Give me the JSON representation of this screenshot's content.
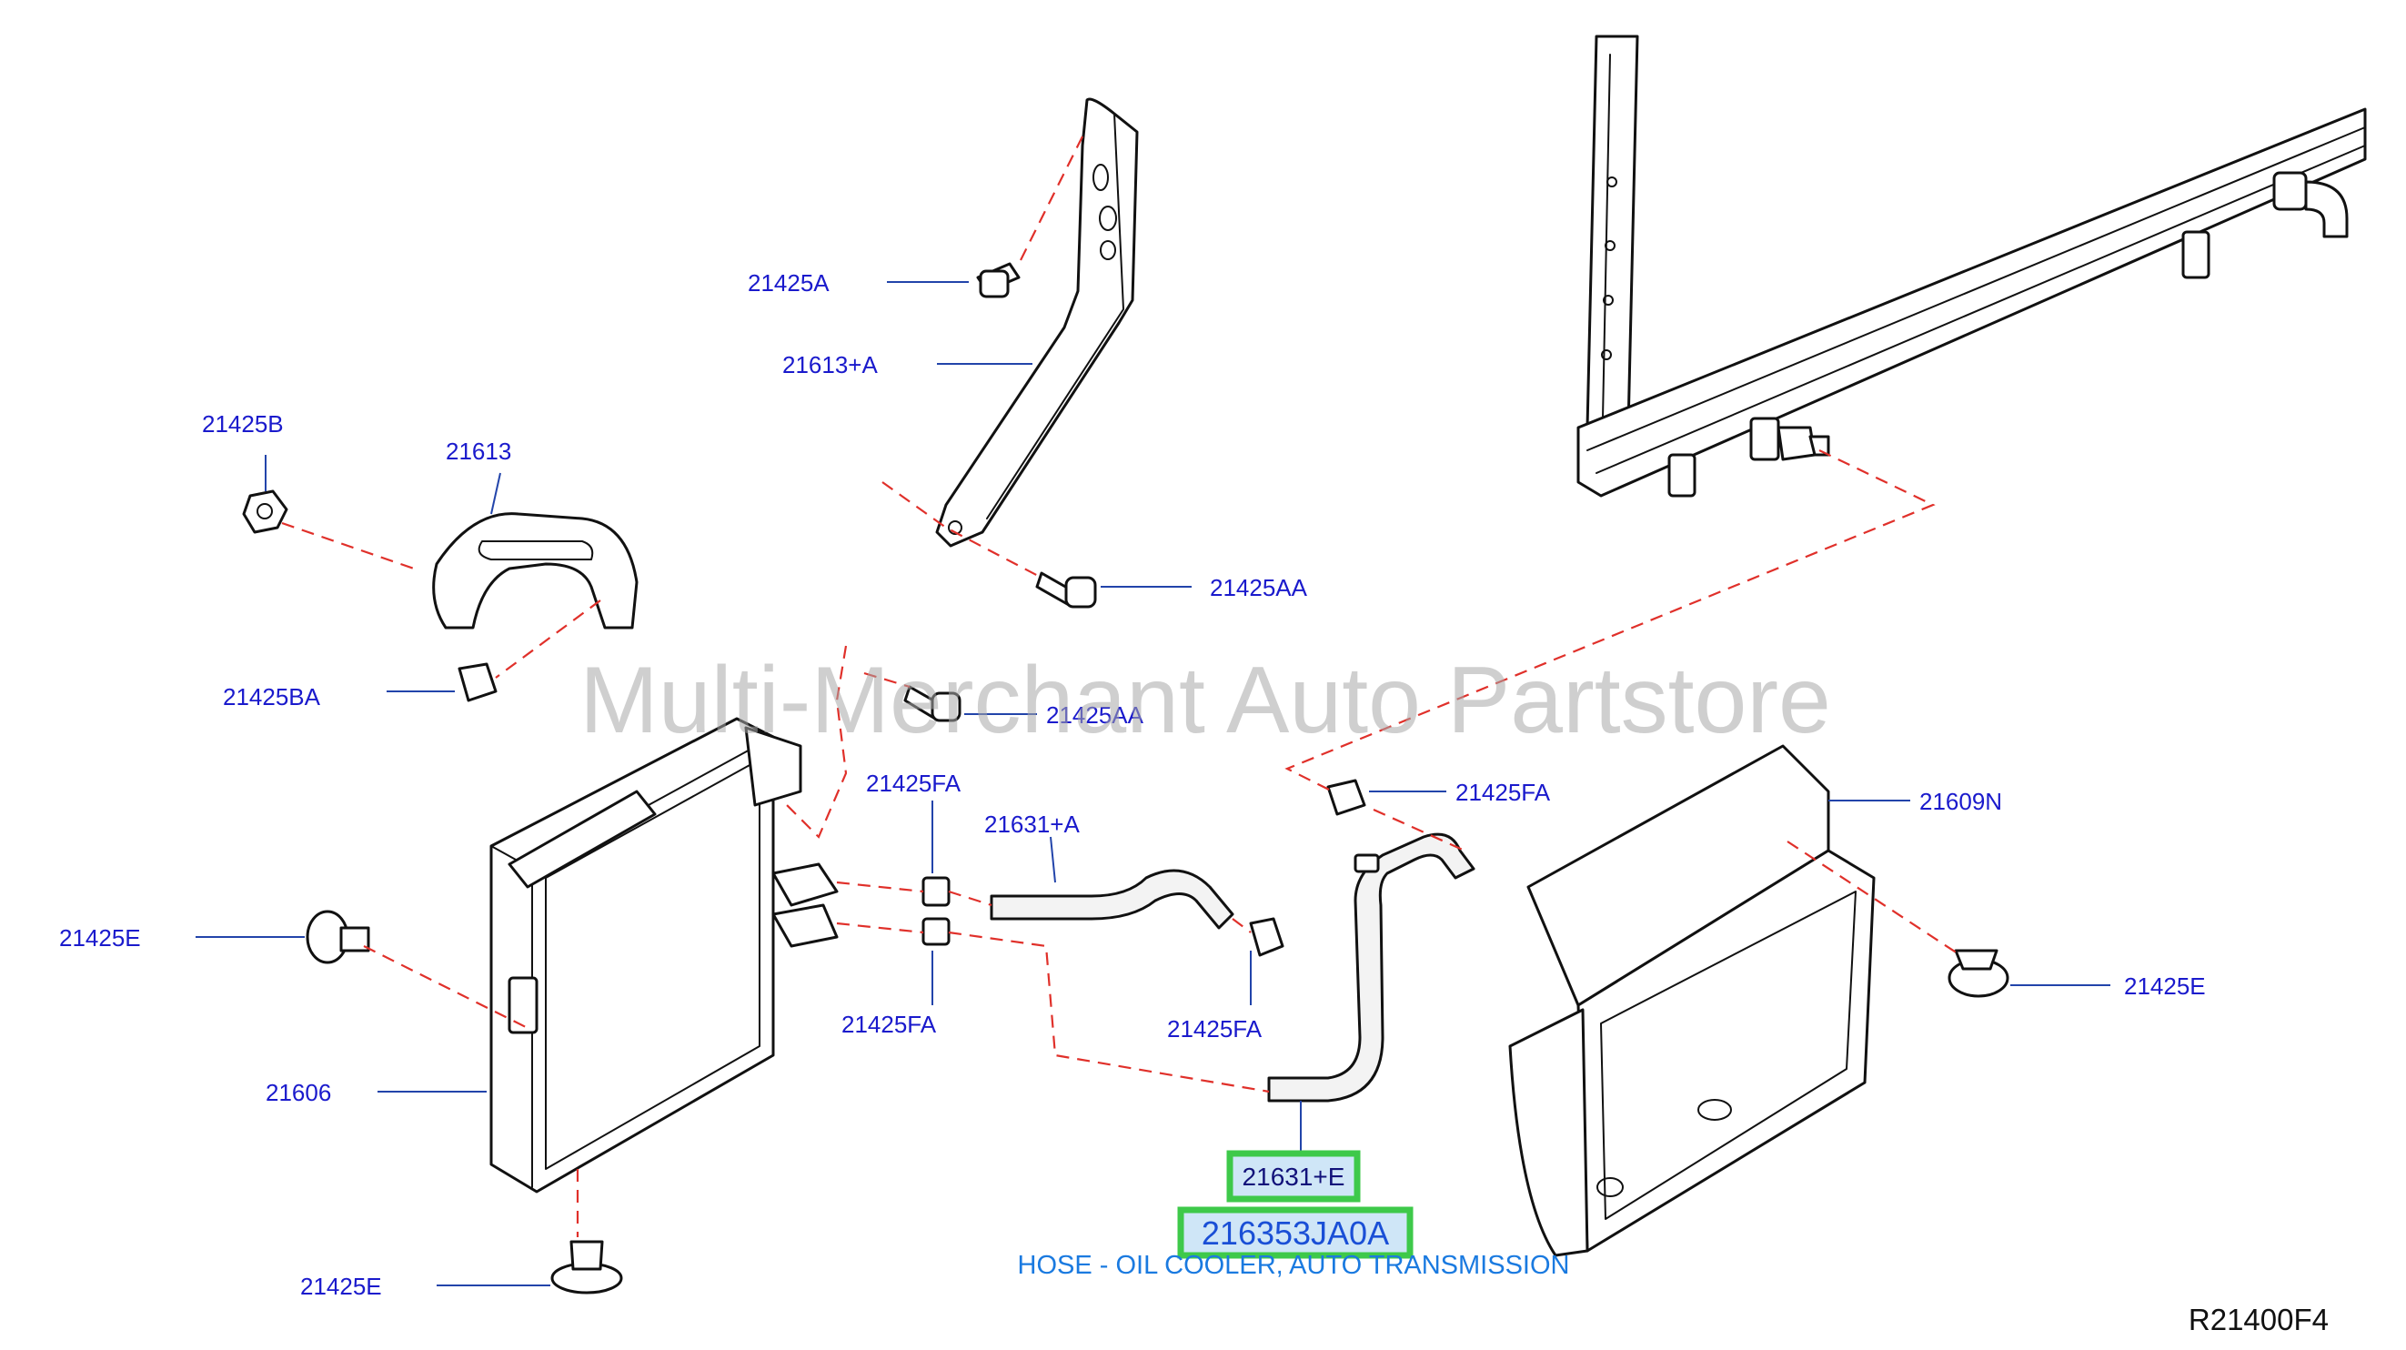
{
  "diagram": {
    "watermark": "Multi-Merchant Auto Partstore",
    "figure_code": "R21400F4",
    "highlight": {
      "part_callout": "21631+E",
      "part_number": "216353JA0A",
      "description": "HOSE - OIL COOLER, AUTO TRANSMISSION"
    },
    "callouts": {
      "c_21425A": "21425A",
      "c_21613A": "21613+A",
      "c_21425B": "21425B",
      "c_21613": "21613",
      "c_21425AA_top": "21425AA",
      "c_21425BA": "21425BA",
      "c_21425AA_mid": "21425AA",
      "c_21425FA_top": "21425FA",
      "c_21631A": "21631+A",
      "c_21425FA_right": "21425FA",
      "c_21609N": "21609N",
      "c_21425E_left": "21425E",
      "c_21425E_right": "21425E",
      "c_21425FA_bottom": "21425FA",
      "c_21425FA_clamp": "21425FA",
      "c_21606": "21606",
      "c_21425E_bottom": "21425E"
    }
  }
}
